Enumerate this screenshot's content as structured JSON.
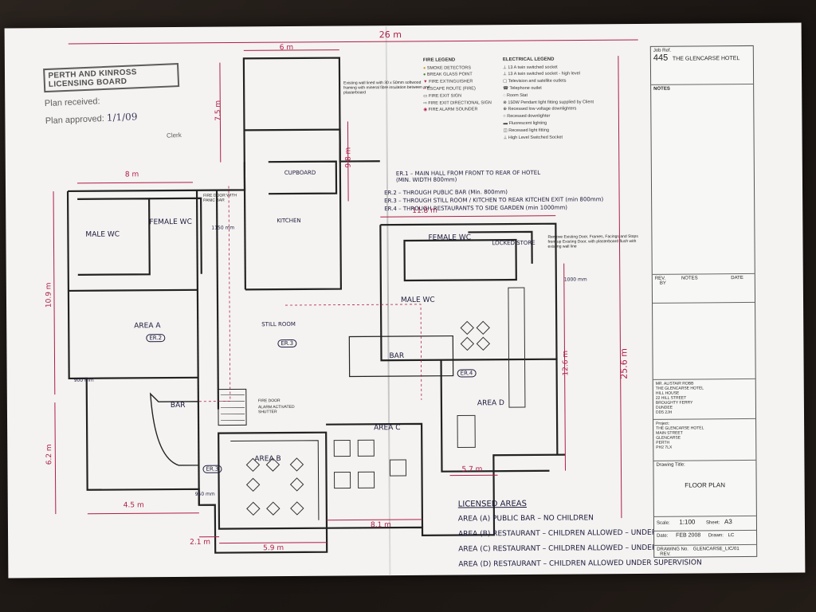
{
  "stamp": {
    "board": "PERTH AND KINROSS LICENSING BOARD",
    "received_label": "Plan received:",
    "approved_label": "Plan approved:",
    "approved_date": "1/1/09",
    "signature_title": "Clerk"
  },
  "dimensions": {
    "top_total": "26 m",
    "top_sub": "6 m",
    "left_sub": "7.5 m",
    "width_8m": "8 m",
    "left_height": "10.9 m",
    "left_bottom": "6.2 m",
    "bottom_45": "4.5 m",
    "bottom_21": "2.1 m",
    "bottom_59": "5.9 m",
    "bottom_81": "8.1 m",
    "mid_118": "11.8 m",
    "right_126": "12.6 m",
    "right_256": "25.6 m",
    "right_98": "9.8 m",
    "area_57": "5.7 m",
    "mm_900": "900 mm",
    "mm_950": "950 mm",
    "mm_1150": "1150 mm",
    "mm_1000": "1000 mm"
  },
  "rooms": {
    "male_wc_left": "MALE WC",
    "female_wc_left": "FEMALE WC",
    "female_wc_right": "FEMALE WC",
    "male_wc_right": "MALE WC",
    "area_a": "AREA A",
    "area_b": "AREA B",
    "area_c": "AREA C",
    "area_d": "AREA D",
    "bar_main": "BAR",
    "bar_small": "BAR",
    "still_room": "STILL ROOM",
    "kitchen": "KITCHEN",
    "cupboard": "CUPBOARD",
    "locked_store": "LOCKED STORE"
  },
  "exit_routes": {
    "er1": "ER.1 – MAIN HALL FROM FRONT TO REAR OF HOTEL (MIN. WIDTH 800mm)",
    "er2": "ER.2 – THROUGH PUBLIC BAR (Min. 800mm)",
    "er3": "ER.3 – THROUGH STILL ROOM / KITCHEN TO REAR KITCHEN EXIT (min 800mm)",
    "er4": "ER.4 – THROUGH RESTAURANTS TO SIDE GARDEN (min 1000mm)",
    "tag_er2": "ER.2",
    "tag_er3": "ER.3",
    "tag_er4": "ER.4",
    "tag_er3b": "ER.3"
  },
  "licensed": {
    "heading": "LICENSED AREAS",
    "items": [
      "AREA (A) PUBLIC BAR – NO CHILDREN",
      "AREA (B) RESTAURANT – CHILDREN ALLOWED – UNDER SUPERVISION",
      "AREA (C) RESTAURANT – CHILDREN ALLOWED – UNDER SUPERVISION",
      "AREA (D) RESTAURANT – CHILDREN ALLOWED UNDER SUPERVISION"
    ]
  },
  "fire_legend": {
    "title": "FIRE LEGEND",
    "items": [
      "SMOKE DETECTORS",
      "BREAK GLASS POINT",
      "FIRE EXTINGUISHER",
      "ESCAPE ROUTE (FIRE)",
      "FIRE EXIT SIGN",
      "FIRE EXIT DIRECTIONAL SIGN",
      "FIRE ALARM SOUNDER"
    ]
  },
  "electrical_legend": {
    "title": "ELECTRICAL LEGEND",
    "items": [
      "13 A twin switched socket",
      "13 A twin switched socket - high level",
      "Television and satellite outlets",
      "Telephone outlet",
      "Room Stat",
      "150W Pendant light fitting supplied by Client",
      "Recessed low voltage downlighters",
      "Recessed downlighter",
      "Fluorescent lighting",
      "Recessed light fitting",
      "High Level Switched Socket"
    ]
  },
  "title_block": {
    "job_ref_label": "Job Ref.",
    "job_ref": "445",
    "job_name": "THE GLENCARSE HOTEL",
    "notes_label": "NOTES",
    "rev_label": "REV.",
    "notes_col": "NOTES",
    "date_col": "DATE",
    "by_col": "BY",
    "client": "MR. ALISTAIR ROBB\nTHE GLENCARSE HOTEL\nHILL HOUSE\n22 HILL STREET\nBROUGHTY FERRY\nDUNDEE\nDD5 2JH",
    "project_label": "Project:",
    "project": "THE GLENCARSE HOTEL\nMAIN STREET\nGLENCARSE\nPERTH\nPH2 7LX",
    "drawing_title_label": "Drawing Title:",
    "drawing_title": "FLOOR PLAN",
    "scale_label": "Scale:",
    "scale": "1:100",
    "sheet_label": "Sheet:",
    "sheet": "A3",
    "date_label": "Date:",
    "date": "FEB 2008",
    "drawn_label": "Drawn:",
    "drawn": "LC",
    "drawing_no_label": "DRAWING No.",
    "drawing_no": "GLENCARSE_LIC/01",
    "rev_no_label": "REV."
  },
  "notes_small": {
    "wall_note": "Existing wall lined with 30 x 50mm softwood framing with mineral fibre insulation between and plasterboard",
    "fire_doors": "FIRE DOOR",
    "alarm_note": "ALARM ACTIVATED SHUTTER",
    "store_note": "Remove Existing Door, Frames, Facings and Stops from up Existing Door, with plasterboard flush with existing wall line",
    "fire_door_note": "FIRE DOOR WITH PANIC BAR"
  },
  "colors": {
    "paper": "#f4f3f1",
    "ink": "#1e1a3c",
    "dimension_red": "#b01c48",
    "line": "#222222"
  }
}
